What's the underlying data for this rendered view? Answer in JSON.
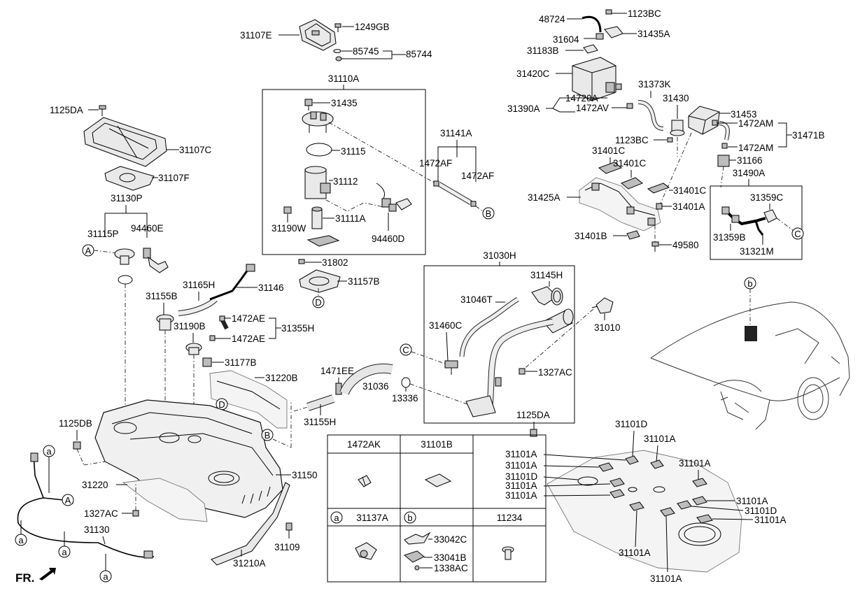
{
  "labels": {
    "l_31107E": "31107E",
    "l_1249GB": "1249GB",
    "l_85745": "85745",
    "l_85744": "85744",
    "l_1125DA_a": "1125DA",
    "l_31107C": "31107C",
    "l_31107F": "31107F",
    "l_31130P": "31130P",
    "l_31115P": "31115P",
    "l_94460E": "94460E",
    "l_31110A": "31110A",
    "l_31435": "31435",
    "l_31115": "31115",
    "l_31112": "31112",
    "l_31190W": "31190W",
    "l_31111A": "31111A",
    "l_94460D": "94460D",
    "l_31141A": "31141A",
    "l_1472AF_a": "1472AF",
    "l_1472AF_b": "1472AF",
    "l_31802": "31802",
    "l_31157B": "31157B",
    "l_31155B": "31155B",
    "l_31165H": "31165H",
    "l_31146": "31146",
    "l_1472AE_a": "1472AE",
    "l_1472AE_b": "1472AE",
    "l_31355H": "31355H",
    "l_31190B": "31190B",
    "l_31177B": "31177B",
    "l_31220B": "31220B",
    "l_1125DB": "1125DB",
    "l_31220": "31220",
    "l_1327AC_a": "1327AC",
    "l_31130": "31130",
    "l_31150": "31150",
    "l_31109": "31109",
    "l_31210A": "31210A",
    "l_1471EE": "1471EE",
    "l_31036": "31036",
    "l_13336": "13336",
    "l_31155H": "31155H",
    "l_31030H": "31030H",
    "l_31145H": "31145H",
    "l_31046T": "31046T",
    "l_31460C": "31460C",
    "l_31010": "31010",
    "l_1327AC_b": "1327AC",
    "l_1125DA_b": "1125DA",
    "l_48724": "48724",
    "l_1123BC_a": "1123BC",
    "l_31604": "31604",
    "l_31435A": "31435A",
    "l_31183B": "31183B",
    "l_31420C": "31420C",
    "l_31373K": "31373K",
    "l_14720A": "14720A",
    "l_31430": "31430",
    "l_31390A": "31390A",
    "l_1472AV": "1472AV",
    "l_31453": "31453",
    "l_1472AM_a": "1472AM",
    "l_1472AM_b": "1472AM",
    "l_31471B": "31471B",
    "l_1123BC_b": "1123BC",
    "l_31401C_a": "31401C",
    "l_31401C_b": "31401C",
    "l_31401C_c": "31401C",
    "l_31166": "31166",
    "l_31490A": "31490A",
    "l_31425A": "31425A",
    "l_31401A": "31401A",
    "l_31359C": "31359C",
    "l_31359B": "31359B",
    "l_31401B": "31401B",
    "l_49580": "49580",
    "l_31321M": "31321M",
    "l_31101D_a": "31101D",
    "l_31101A_1": "31101A",
    "l_31101A_2": "31101A",
    "l_31101A_3": "31101A",
    "l_31101D_b": "31101D",
    "l_31101A_4": "31101A",
    "l_31101A_5": "31101A",
    "l_31101A_6": "31101A",
    "l_31101A_7": "31101A",
    "l_31101D_c": "31101D",
    "l_31101A_8": "31101A",
    "l_31101A_9": "31101A",
    "l_31101A_10": "31101A"
  },
  "letters": {
    "A": "A",
    "B": "B",
    "C": "C",
    "D": "D",
    "a": "a",
    "b": "b"
  },
  "table": {
    "h_1472AK": "1472AK",
    "h_31101B": "31101B",
    "h_a": "a",
    "h_31137A": "31137A",
    "h_b": "b",
    "h_11234": "11234",
    "p_33042C": "33042C",
    "p_33041B": "33041B",
    "p_1338AC": "1338AC"
  },
  "direction": {
    "label": "FR."
  }
}
